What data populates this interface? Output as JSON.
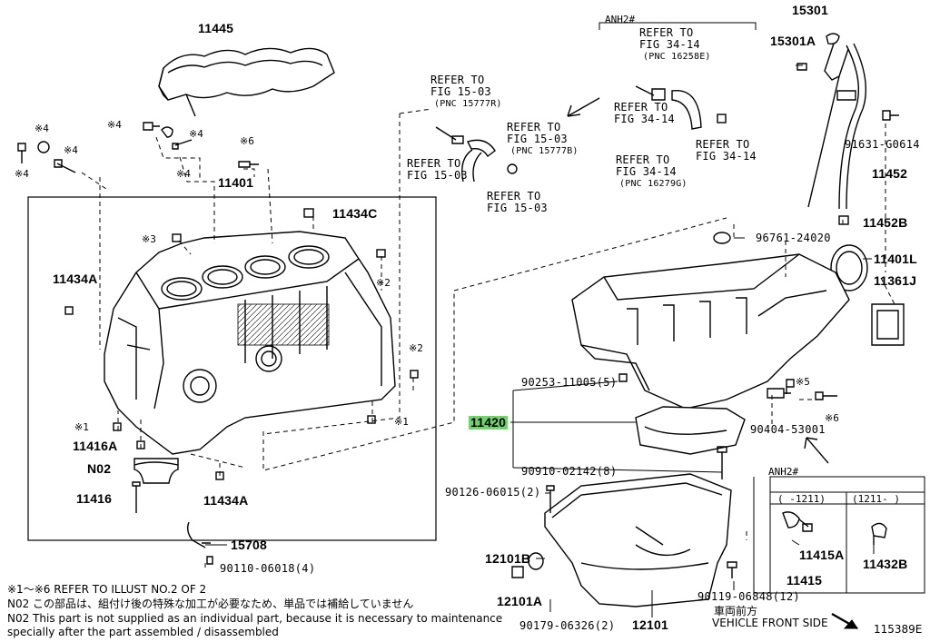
{
  "parts": {
    "p11445": "11445",
    "p11401": "11401",
    "p11434C": "11434C",
    "p11434A_1": "11434A",
    "p11434A_2": "11434A",
    "p11416A": "11416A",
    "p11416": "11416",
    "pN02": "N02",
    "p15708": "15708",
    "p90110": "90110-06018(4)",
    "p11420": "11420",
    "p90253": "90253-11005(5)",
    "p90910": "90910-02142(8)",
    "p90126": "90126-06015(2)",
    "p12101B": "12101B",
    "p12101A": "12101A",
    "p12101": "12101",
    "p90179": "90179-06326(2)",
    "p90119": "90119-06848(12)",
    "p90404": "90404-53001",
    "p96761": "96761-24020",
    "p11401L": "11401L",
    "p11361J": "11361J",
    "p15301": "15301",
    "p15301A": "15301A",
    "p91631": "91631-G0614",
    "p11452": "11452",
    "p11452B": "11452B",
    "p11415A": "11415A",
    "p11415": "11415",
    "p11432B": "11432B"
  },
  "markers": {
    "m4a": "※4",
    "m4b": "※4",
    "m4c": "※4",
    "m4d": "※4",
    "m4e": "※4",
    "m6a": "※6",
    "m3": "※3",
    "m2a": "※2",
    "m2b": "※2",
    "m1a": "※1",
    "m1b": "※1",
    "m5": "※5",
    "m6b": "※6"
  },
  "refs": {
    "r1": {
      "l1": "REFER TO",
      "l2": "FIG 15-03",
      "l3": "(PNC 15777R)"
    },
    "r2": {
      "l1": "REFER TO",
      "l2": "FIG 15-03",
      "l3": "(PNC 15777B)"
    },
    "r3": {
      "l1": "REFER TO",
      "l2": "FIG 15-03"
    },
    "r4": {
      "l1": "REFER TO",
      "l2": "FIG 15-03"
    },
    "r5": {
      "l1": "REFER TO",
      "l2": "FIG 34-14",
      "l3": "(PNC 16258E)"
    },
    "r6": {
      "l1": "REFER TO",
      "l2": "FIG 34-14"
    },
    "r7": {
      "l1": "REFER TO",
      "l2": "FIG 34-14"
    },
    "r8": {
      "l1": "REFER TO",
      "l2": "FIG 34-14",
      "l3": "(PNC 16279G)"
    }
  },
  "anh_top": "ANH2#",
  "anh_box": "ANH2#",
  "inset_col1": "( -1211)",
  "inset_col2": "(1211- )",
  "vehicle_front_jp": "車両前方",
  "vehicle_front_en": "VEHICLE FRONT SIDE",
  "notes": {
    "n1": "※1～※6 REFER TO ILLUST NO.2 OF 2",
    "n2": "N02  この部品は、組付け後の特殊な加工が必要なため、単品では補給していません",
    "n3": "N02  This part is not supplied as an individual part, because it is necessary to maintenance",
    "n4": "specially after the part assembled / disassembled"
  },
  "illustration_id": "115389E",
  "colors": {
    "highlight": "#6fd46a",
    "line": "#000000"
  }
}
